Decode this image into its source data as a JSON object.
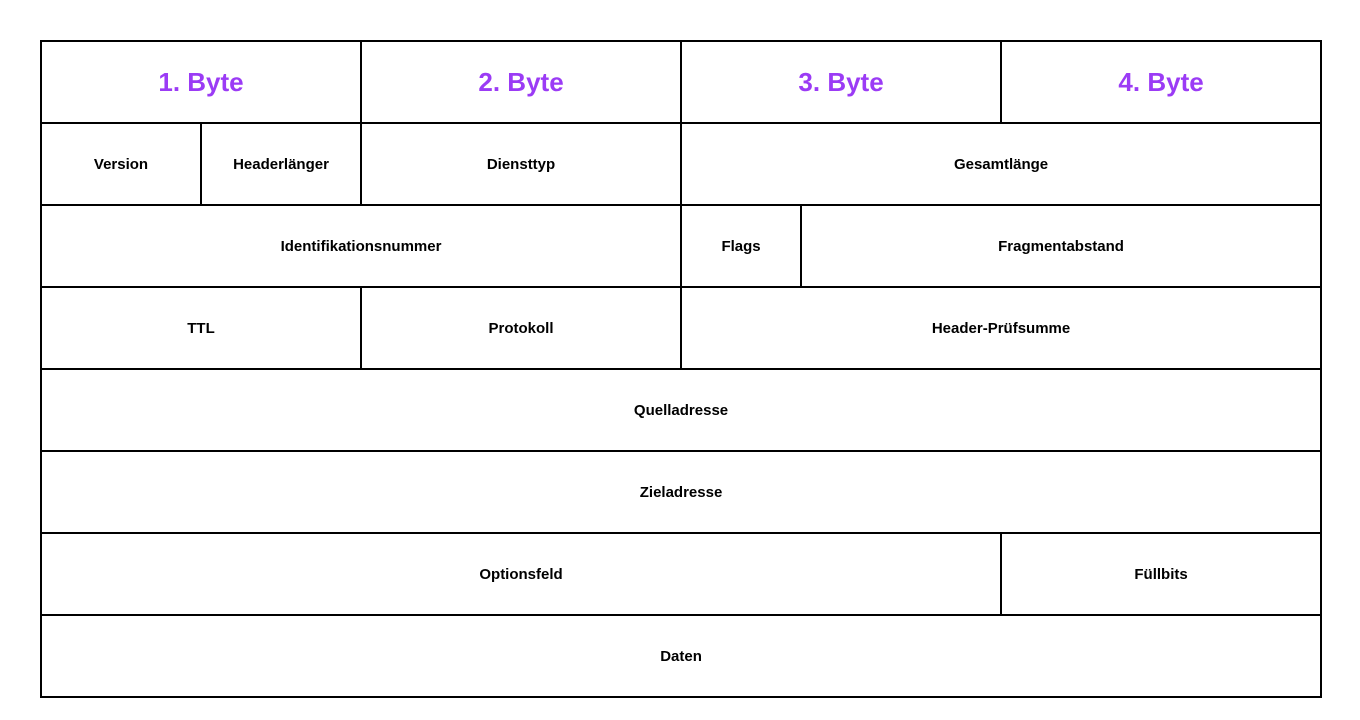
{
  "diagram": {
    "kind": "ipv4-header-structure",
    "bits_per_row": 32,
    "byte_headers": [
      {
        "label": "1. Byte",
        "bits": 8
      },
      {
        "label": "2. Byte",
        "bits": 8
      },
      {
        "label": "3. Byte",
        "bits": 8
      },
      {
        "label": "4. Byte",
        "bits": 8
      }
    ],
    "rows": [
      {
        "cells": [
          {
            "label": "Version",
            "bits": 4
          },
          {
            "label": "Headerlänger",
            "bits": 4
          },
          {
            "label": "Diensttyp",
            "bits": 8
          },
          {
            "label": "Gesamtlänge",
            "bits": 16
          }
        ]
      },
      {
        "cells": [
          {
            "label": "Identifikationsnummer",
            "bits": 16
          },
          {
            "label": "Flags",
            "bits": 3
          },
          {
            "label": "Fragmentabstand",
            "bits": 13
          }
        ]
      },
      {
        "cells": [
          {
            "label": "TTL",
            "bits": 8
          },
          {
            "label": "Protokoll",
            "bits": 8
          },
          {
            "label": "Header-Prüfsumme",
            "bits": 16
          }
        ]
      },
      {
        "cells": [
          {
            "label": "Quelladresse",
            "bits": 32
          }
        ]
      },
      {
        "cells": [
          {
            "label": "Zieladresse",
            "bits": 32
          }
        ]
      },
      {
        "cells": [
          {
            "label": "Optionsfeld",
            "bits": 24
          },
          {
            "label": "Füllbits",
            "bits": 8
          }
        ]
      },
      {
        "cells": [
          {
            "label": "Daten",
            "bits": 32
          }
        ]
      }
    ]
  },
  "colors": {
    "byte_header_text": "#9B3BF5",
    "field_text": "#000000",
    "border": "#000000",
    "background": "#FFFFFF"
  }
}
